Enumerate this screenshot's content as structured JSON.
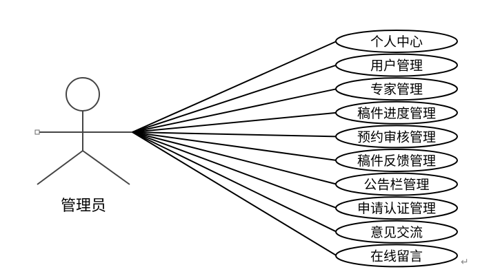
{
  "actor": {
    "name": "管理员"
  },
  "use_cases": [
    {
      "label": "个人中心"
    },
    {
      "label": "用户管理"
    },
    {
      "label": "专家管理"
    },
    {
      "label": "稿件进度管理"
    },
    {
      "label": "预约审核管理"
    },
    {
      "label": "稿件反馈管理"
    },
    {
      "label": "公告栏管理"
    },
    {
      "label": "申请认证管理"
    },
    {
      "label": "意见交流"
    },
    {
      "label": "在线留言"
    }
  ],
  "colors": {
    "stroke": "#000000",
    "actor_stroke": "#444444",
    "ellipse_fill": "#ffffff"
  }
}
